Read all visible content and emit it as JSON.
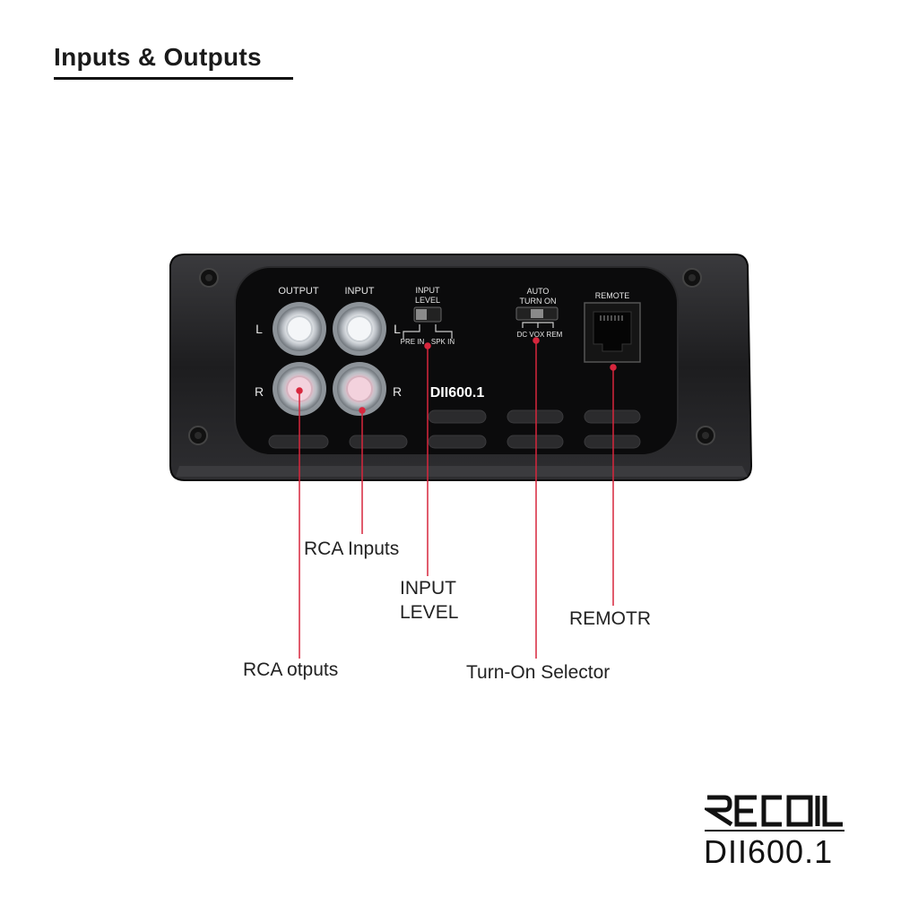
{
  "title": "Inputs & Outputs",
  "panel": {
    "output_label": "OUTPUT",
    "input_label": "INPUT",
    "left_l": "L",
    "right_l": "L",
    "left_r": "R",
    "right_r": "R",
    "input_level_line1": "INPUT",
    "input_level_line2": "LEVEL",
    "pre_in": "PRE IN",
    "spk_in": "SPK IN",
    "auto_line1": "AUTO",
    "auto_line2": "TURN ON",
    "dc_vox_rem": "DC VOX REM",
    "remote_label": "REMOTE",
    "model_on_panel": "DII600.1"
  },
  "callouts": {
    "rca_outputs": "RCA otputs",
    "rca_inputs": "RCA Inputs",
    "input_level_line1": "INPUT",
    "input_level_line2": "LEVEL",
    "turn_on_selector": "Turn-On Selector",
    "remote": "REMOTR"
  },
  "brand": {
    "logo_text": "RECOIL",
    "model": "DII600.1"
  },
  "colors": {
    "pointer_red": "#d7263d",
    "chassis": "#1c1c1e",
    "panel_face": "#0b0b0c"
  }
}
